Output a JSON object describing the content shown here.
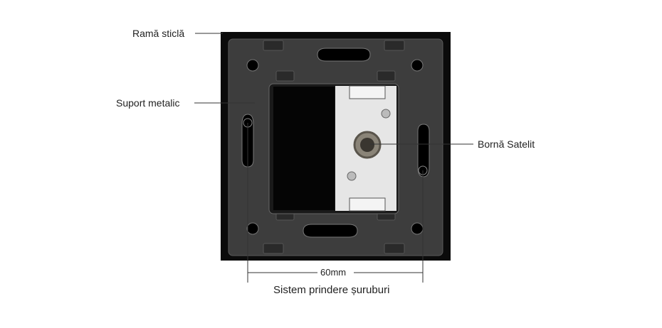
{
  "labels": {
    "frame": "Ramă sticlă",
    "bracket": "Suport metalic",
    "terminal": "Bornă Satelit",
    "dimension": "60mm",
    "mounting": "Sistem prindere șuruburi"
  },
  "colors": {
    "frame": "#0b0b0b",
    "plate": "#3d3d3d",
    "module": "#e6e6e6",
    "line": "#333333"
  }
}
